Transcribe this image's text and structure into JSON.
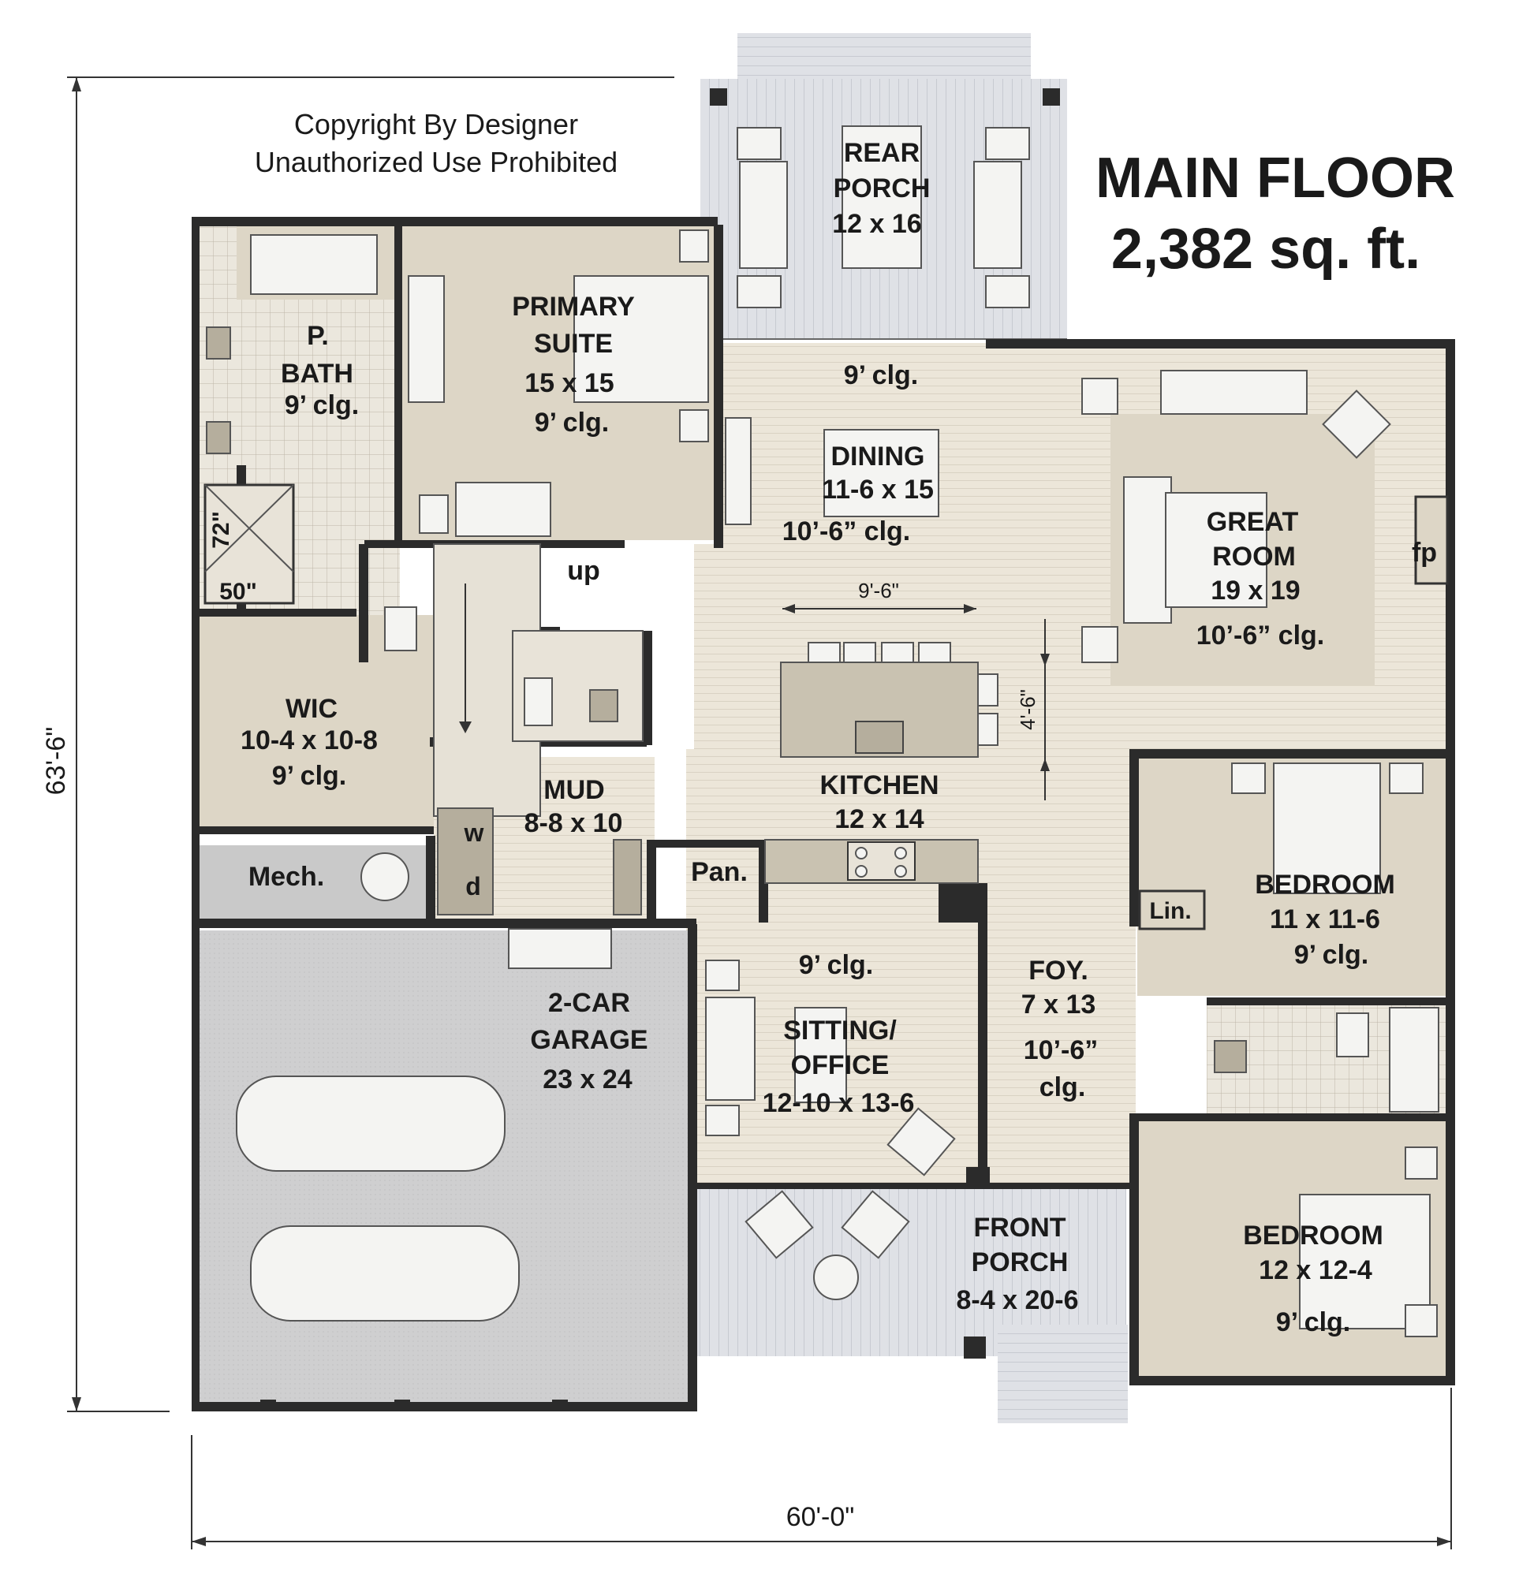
{
  "copyright": {
    "line1": "Copyright By Designer",
    "line2": "Unauthorized Use Prohibited"
  },
  "title": {
    "name": "MAIN FLOOR",
    "area": "2,382 sq. ft."
  },
  "dimensions": {
    "overall_width": "60'-0\"",
    "overall_depth": "63'-6\"",
    "island_width": "9'-6\"",
    "island_clearance": "4'-6\"",
    "shower_width": "50\"",
    "shower_length": "72\""
  },
  "rooms": {
    "rear_porch": {
      "line1": "REAR",
      "line2": "PORCH",
      "size": "12 x 16"
    },
    "primary_suite": {
      "line1": "PRIMARY",
      "line2": "SUITE",
      "size": "15 x 15",
      "ceiling": "9’ clg."
    },
    "p_bath": {
      "line1": "P.",
      "line2": "BATH",
      "ceiling": "9’ clg."
    },
    "dining": {
      "name": "DINING",
      "size": "11-6 x 15",
      "ceiling": "10’-6” clg.",
      "upper_ceiling": "9’ clg."
    },
    "great_room": {
      "line1": "GREAT",
      "line2": "ROOM",
      "size": "19 x 19",
      "ceiling": "10’-6” clg.",
      "fireplace": "fp"
    },
    "stairs": {
      "label": "up"
    },
    "wic": {
      "name": "WIC",
      "size": "10-4 x 10-8",
      "ceiling": "9’ clg."
    },
    "mud": {
      "name": "MUD",
      "size": "8-8 x 10",
      "washer": "w",
      "dryer": "d"
    },
    "kitchen": {
      "name": "KITCHEN",
      "size": "12 x 14"
    },
    "pantry": {
      "name": "Pan."
    },
    "mech": {
      "name": "Mech."
    },
    "linen": {
      "name": "Lin."
    },
    "bedroom_1": {
      "name": "BEDROOM",
      "size": "11 x 11-6",
      "ceiling": "9’ clg."
    },
    "garage": {
      "line1": "2-CAR",
      "line2": "GARAGE",
      "size": "23 x 24"
    },
    "sitting": {
      "ceiling": "9’ clg.",
      "line1": "SITTING/",
      "line2": "OFFICE",
      "size": "12-10 x 13-6"
    },
    "foyer": {
      "name": "FOY.",
      "size": "7 x 13",
      "ceiling_1": "10’-6”",
      "ceiling_2": "clg."
    },
    "front_porch": {
      "line1": "FRONT",
      "line2": "PORCH",
      "size": "8-4 x 20-6"
    },
    "bedroom_2": {
      "name": "BEDROOM",
      "size": "12 x 12-4",
      "ceiling": "9’ clg."
    }
  },
  "colors": {
    "floor_wood": "#ece6d9",
    "room_beige": "#ddd6c6",
    "tile": "#e8e3d8",
    "porch": "#dcdee3",
    "garage": "#cfcfd0",
    "mech": "#c9c9c9",
    "wall": "#2b2b2b",
    "cabinet": "#b5ae9d"
  }
}
